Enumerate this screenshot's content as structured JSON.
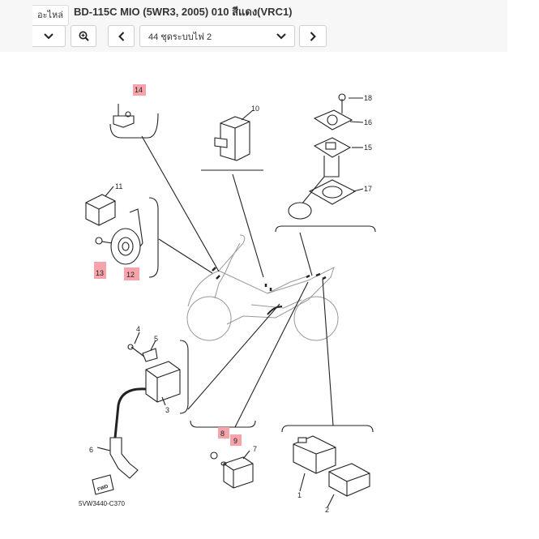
{
  "header": {
    "crumb_label": "อะไหล่",
    "title": "BD-115C MIO (5WR3, 2005) 010 สีแดง(VRC1)"
  },
  "toolbar": {
    "page_select_value": "44 ชุดระบบไฟ 2"
  },
  "diagram": {
    "code": "5VW3440-C370",
    "highlight_color": "#f7a3ac",
    "callouts": [
      {
        "number": "1",
        "highlighted": false
      },
      {
        "number": "2",
        "highlighted": false
      },
      {
        "number": "3",
        "highlighted": false
      },
      {
        "number": "4",
        "highlighted": false
      },
      {
        "number": "5",
        "highlighted": false
      },
      {
        "number": "6",
        "highlighted": false
      },
      {
        "number": "7",
        "highlighted": false
      },
      {
        "number": "8",
        "highlighted": true
      },
      {
        "number": "9",
        "highlighted": true
      },
      {
        "number": "10",
        "highlighted": false
      },
      {
        "number": "11",
        "highlighted": false
      },
      {
        "number": "12",
        "highlighted": true
      },
      {
        "number": "13",
        "highlighted": true
      },
      {
        "number": "14",
        "highlighted": true
      },
      {
        "number": "15",
        "highlighted": false
      },
      {
        "number": "16",
        "highlighted": false
      },
      {
        "number": "17",
        "highlighted": false
      },
      {
        "number": "18",
        "highlighted": false
      }
    ],
    "fwd_label": "FWD"
  }
}
